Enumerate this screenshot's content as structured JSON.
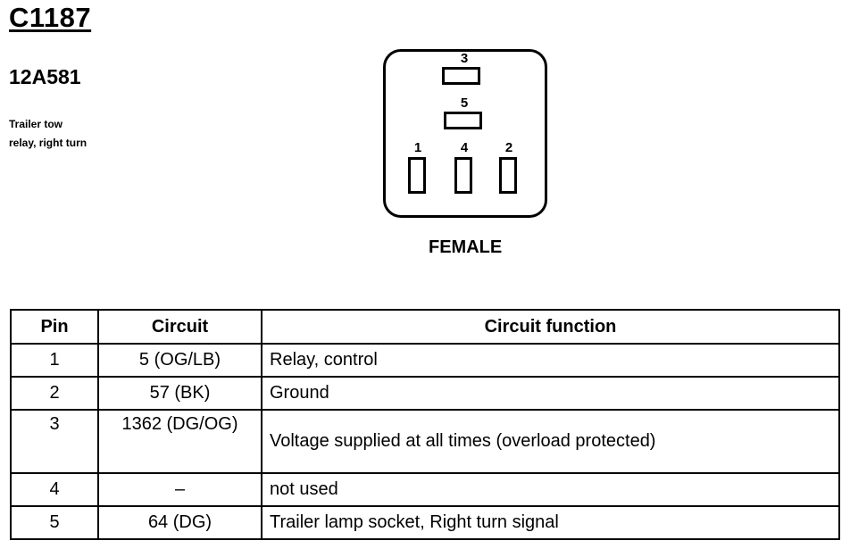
{
  "connector": {
    "id": "C1187",
    "part_number": "12A581",
    "description_line1": "Trailer tow",
    "description_line2": "relay, right turn",
    "gender": "FEMALE"
  },
  "diagram": {
    "pin_labels": [
      "3",
      "5",
      "1",
      "4",
      "2"
    ]
  },
  "table": {
    "headers": {
      "pin": "Pin",
      "circuit": "Circuit",
      "function": "Circuit function"
    },
    "rows": [
      {
        "pin": "1",
        "circuit": "5 (OG/LB)",
        "function": "Relay, control"
      },
      {
        "pin": "2",
        "circuit": "57 (BK)",
        "function": "Ground"
      },
      {
        "pin": "3",
        "circuit": "1362 (DG/OG)",
        "function": "Voltage supplied at all times (overload protected)"
      },
      {
        "pin": "4",
        "circuit": "–",
        "function": "not used"
      },
      {
        "pin": "5",
        "circuit": "64 (DG)",
        "function": "Trailer lamp socket, Right turn signal"
      }
    ]
  }
}
